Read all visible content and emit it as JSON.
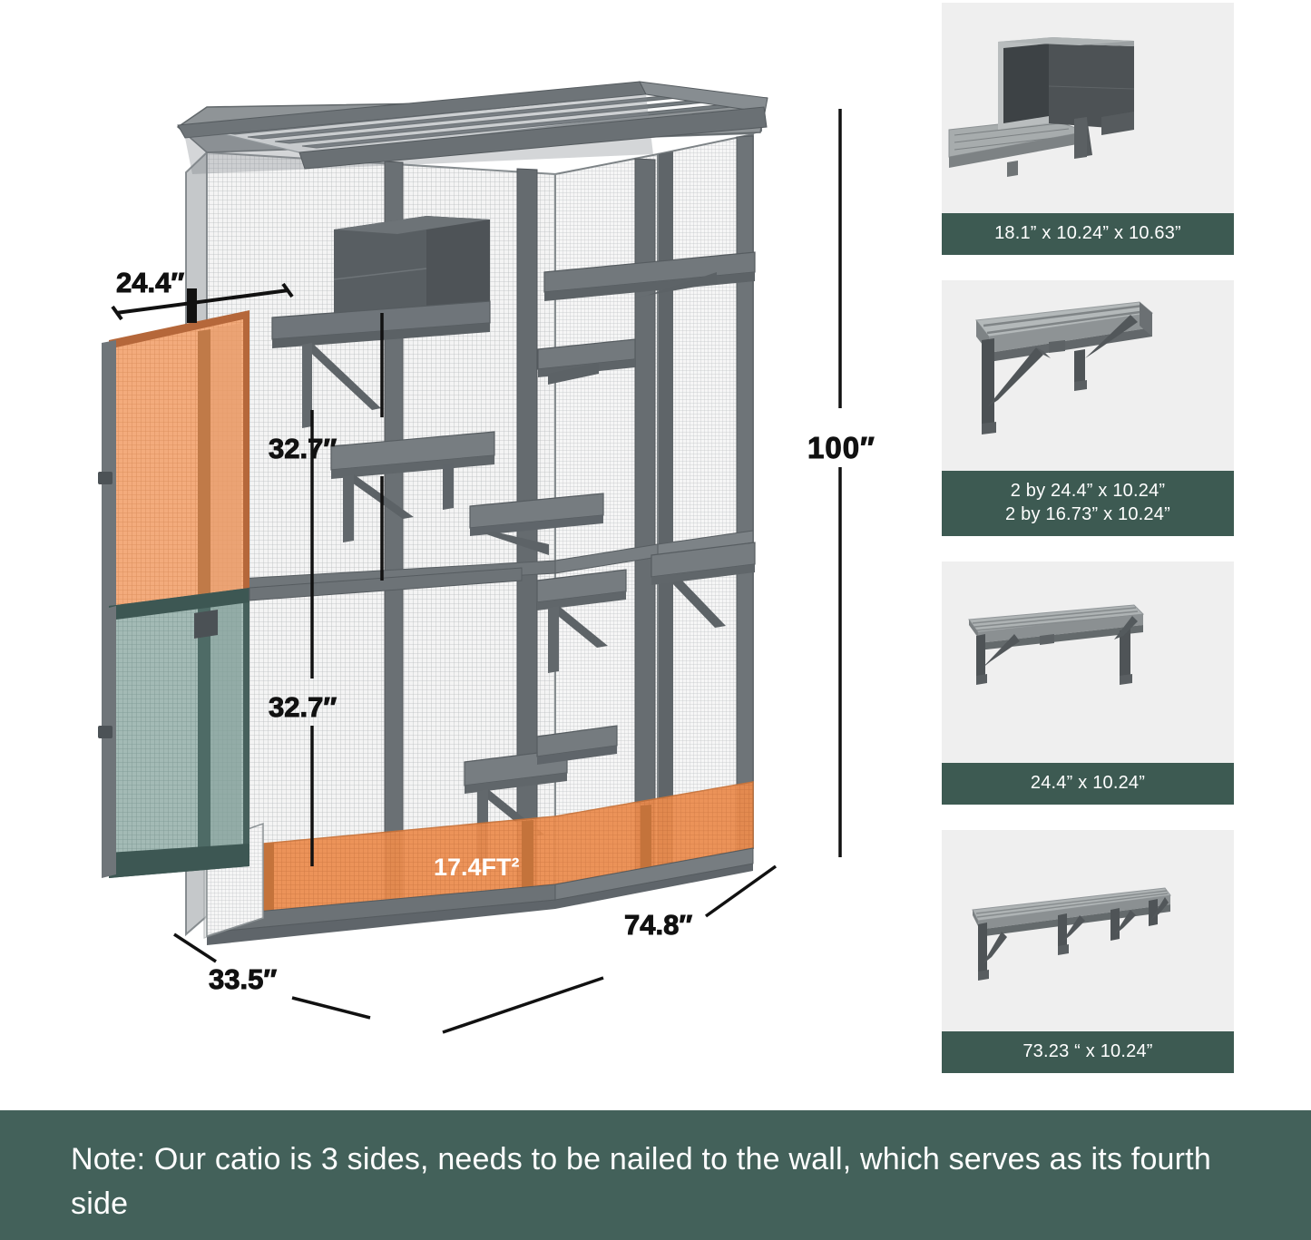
{
  "diagram": {
    "title": "catio-exploded-dimensions",
    "dimensions": {
      "door_top_width": "24.4″",
      "door_upper_height": "32.7″",
      "door_lower_height": "32.7″",
      "overall_height": "100″",
      "depth": "33.5″",
      "width": "74.8″",
      "floor_area": "17.4FT²"
    },
    "colors": {
      "frame_gray": "#6e7478",
      "frame_dark": "#4a5053",
      "mesh_white": "#f2f2f2",
      "door_upper_orange": "#f0a878",
      "door_lower_teal": "#9ab3ad",
      "floor_orange": "#ec8c4e",
      "dimension_line": "#111111"
    }
  },
  "cards": [
    {
      "name": "cat-house-box",
      "caption_line1": "18.1” x 10.24” x 10.63”",
      "caption_line2": ""
    },
    {
      "name": "bracket-shelf-wide",
      "caption_line1": "2 by 24.4” x 10.24”",
      "caption_line2": "2 by 16.73” x 10.24”"
    },
    {
      "name": "bracket-shelf-medium",
      "caption_line1": "24.4” x 10.24”",
      "caption_line2": ""
    },
    {
      "name": "bracket-shelf-long",
      "caption_line1": "73.23 “ x 10.24”",
      "caption_line2": ""
    }
  ],
  "note": {
    "text": "Note: Our catio is 3 sides,  needs to be nailed to the wall, which serves as its fourth side",
    "background": "#43615a"
  }
}
